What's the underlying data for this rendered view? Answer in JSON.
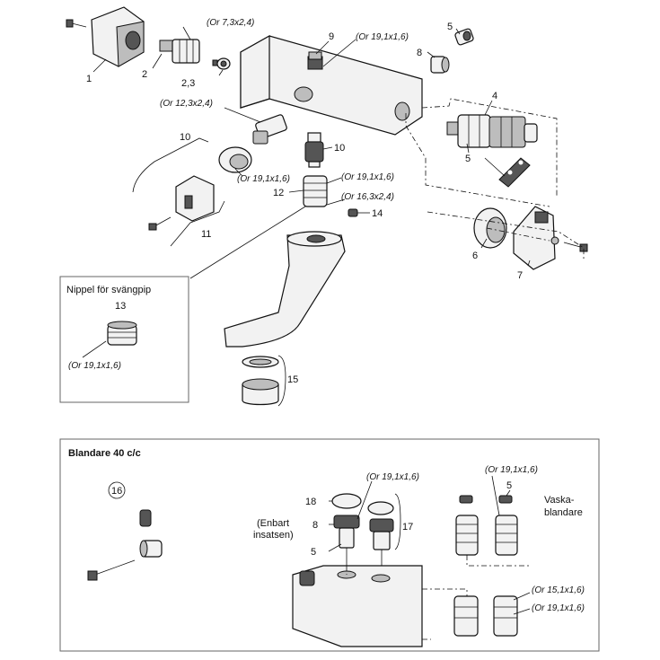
{
  "labels": {
    "p1": "1",
    "p2": "2",
    "p23": "2,3",
    "p4": "4",
    "p5a": "5",
    "p5b": "5",
    "p6": "6",
    "p7": "7",
    "p8": "8",
    "p9": "9",
    "p10a": "10",
    "p10b": "10",
    "p11": "11",
    "p12": "12",
    "p13": "13",
    "p14": "14",
    "p15": "15",
    "p16": "16",
    "p17": "17",
    "p18": "18",
    "p8b": "8",
    "p5c": "5",
    "p5d": "5"
  },
  "specs": {
    "s1": "(Or 7,3x2,4)",
    "s2": "(Or 19,1x1,6)",
    "s3": "(Or 12,3x2,4)",
    "s4": "(Or 19,1x1,6)",
    "s5": "(Or 19,1x1,6)",
    "s6": "(Or 16,3x2,4)",
    "s7": "(Or 19,1x1,6)",
    "s8": "(Or 19,1x1,6)",
    "s9": "(Or 19,1x1,6)",
    "s10": "(Or 15,1x1,6)",
    "s11": "(Or 19,1x1,6)"
  },
  "boxes": {
    "nippel_title": "Nippel för svängpip",
    "blandare_title": "Blandare 40 c/c",
    "enbart_line1": "(Enbart",
    "enbart_line2": "insatsen)",
    "vaska_line1": "Vaska-",
    "vaska_line2": "blandare"
  }
}
